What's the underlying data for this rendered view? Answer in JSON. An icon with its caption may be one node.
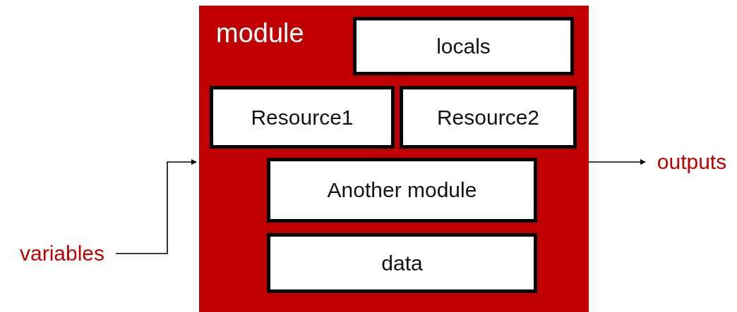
{
  "diagram": {
    "nodes": [
      {
        "text": [
          "module"
        ]
      },
      {
        "text": [
          "locals"
        ],
        "in": 0
      },
      {
        "text": [
          "Resource1"
        ],
        "in": 0
      },
      {
        "text": [
          "Resource2"
        ],
        "in": 0
      },
      {
        "text": [
          "Another module"
        ],
        "in": 0
      },
      {
        "text": [
          "data"
        ],
        "in": 0
      },
      {
        "text": [
          "variables"
        ]
      },
      {
        "text": [
          "outputs"
        ]
      }
    ],
    "edges": [
      {
        "from": 6,
        "to": 0,
        "arrow": "to"
      },
      {
        "from": 0,
        "to": 7,
        "arrow": "to"
      }
    ]
  }
}
